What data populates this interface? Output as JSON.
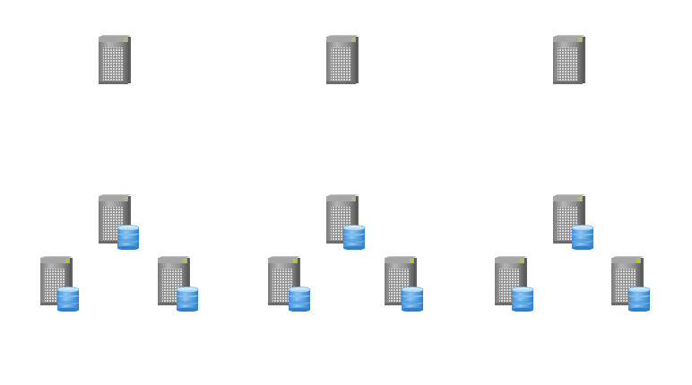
{
  "diagram": {
    "rows": [
      {
        "kind": "server",
        "count": 3
      },
      {
        "kind": "database-server",
        "count": 3
      },
      {
        "kind": "database-server",
        "count": 6
      }
    ]
  },
  "colors": {
    "server_body_light": "#a9a9a9",
    "server_body_dark": "#5e5e5e",
    "server_led": "#b5d334",
    "db_light": "#cfe8ff",
    "db_mid": "#6fb2ec",
    "db_dark": "#2f7fc9"
  }
}
